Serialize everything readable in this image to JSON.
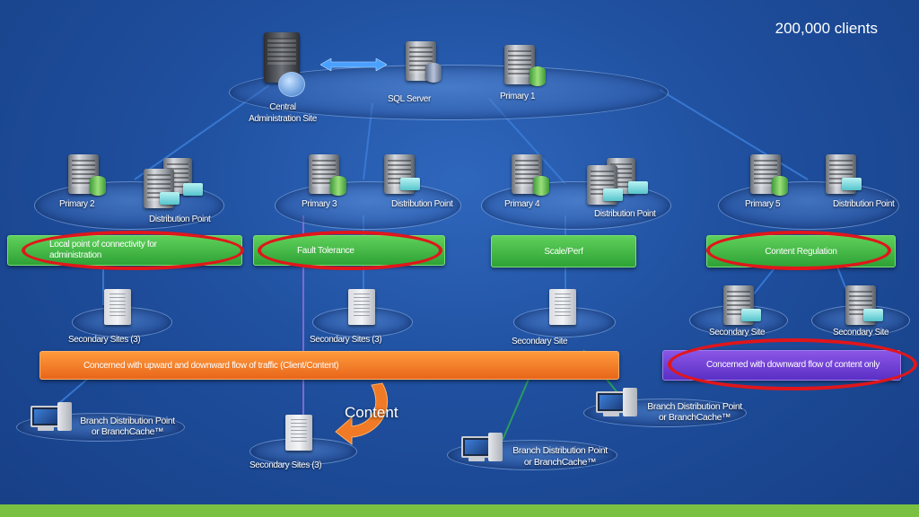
{
  "header": {
    "clients": "200,000 clients"
  },
  "top": {
    "cas_label": "Central\nAdministration Site",
    "sql_label": "SQL Server",
    "primary1_label": "Primary 1"
  },
  "primaries": {
    "p2": "Primary 2",
    "p3": "Primary 3",
    "p4": "Primary 4",
    "p5": "Primary 5",
    "dp": "Distribution Point"
  },
  "bars": {
    "local": "Local point of connectivity for administration",
    "fault": "Fault Tolerance",
    "scale": "Scale/Perf",
    "content_reg": "Content Regulation",
    "traffic": "Concerned with upward and downward flow of traffic (Client/Content)",
    "downward": "Concerned with downward flow of content only"
  },
  "secondaries": {
    "sec3": "Secondary Sites (3)",
    "sec": "Secondary Site"
  },
  "branch": {
    "label": "Branch Distribution Point\nor BranchCache™"
  },
  "content_label": "Content",
  "colors": {
    "green": "#3cb843",
    "orange": "#f07a25",
    "purple": "#6a3dd6",
    "highlight": "#e0161b",
    "strip": "#7ac142"
  }
}
